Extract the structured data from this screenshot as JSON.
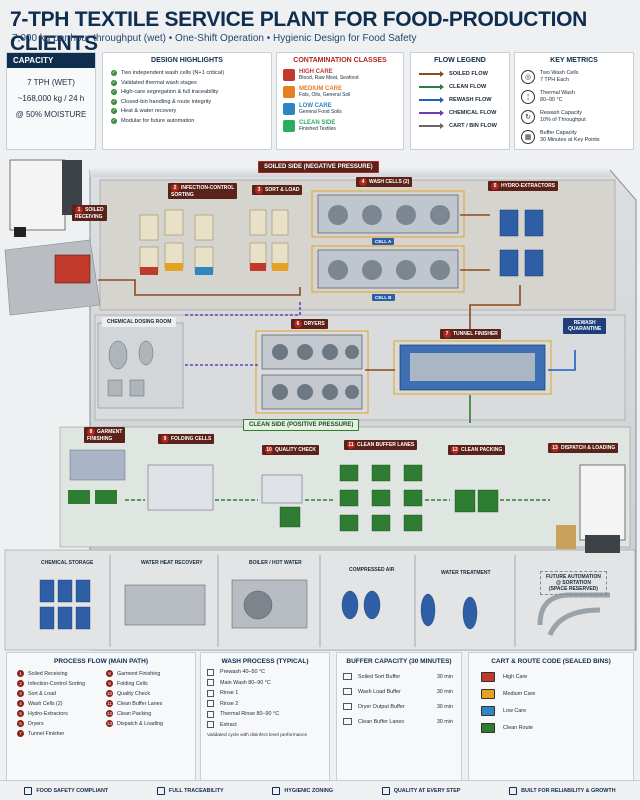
{
  "title": "7-TPH TEXTILE SERVICE PLANT FOR FOOD-PRODUCTION CLIENTS",
  "subtitle": "7,000 kg per hour throughput (wet)   •   One-Shift Operation   •   Hygienic Design for Food Safety",
  "capacity": {
    "heading": "CAPACITY",
    "values": [
      "7 TPH (WET)",
      "~168,000 kg / 24 h",
      "@ 50% MOISTURE"
    ]
  },
  "design_highlights": {
    "heading": "DESIGN HIGHLIGHTS",
    "items": [
      "Two independent wash cells (N+1 critical)",
      "Validated thermal wash stages",
      "High-care segregation & full traceability",
      "Closed-bin handling & route integrity",
      "Heat & water recovery",
      "Modular for future automation"
    ]
  },
  "contamination": {
    "heading": "CONTAMINATION CLASSES",
    "items": [
      {
        "name": "HIGH CARE",
        "desc": "Blood, Raw Meat, Seafood",
        "color": "#c0392b"
      },
      {
        "name": "MEDIUM CARE",
        "desc": "Fats, Oils, General Soil",
        "color": "#e67e22"
      },
      {
        "name": "LOW CARE",
        "desc": "General Food Soils",
        "color": "#2e86c1"
      },
      {
        "name": "CLEAN SIDE",
        "desc": "Finished Textiles",
        "color": "#27ae60"
      }
    ]
  },
  "flow_legend": {
    "heading": "FLOW LEGEND",
    "items": [
      {
        "label": "SOILED FLOW",
        "color": "#8b4a1c"
      },
      {
        "label": "CLEAN FLOW",
        "color": "#2e7d32"
      },
      {
        "label": "REWASH FLOW",
        "color": "#1f5fbf"
      },
      {
        "label": "CHEMICAL FLOW",
        "color": "#6a3fb5"
      },
      {
        "label": "CART / BIN FLOW",
        "color": "#666666"
      }
    ]
  },
  "key_metrics": {
    "heading": "KEY METRICS",
    "items": [
      {
        "icon": "washer-icon",
        "lines": [
          "Two Wash Cells",
          "7 TPH Each"
        ]
      },
      {
        "icon": "thermometer-icon",
        "lines": [
          "Thermal Wash",
          "80–90 °C"
        ]
      },
      {
        "icon": "recycle-icon",
        "lines": [
          "Rewash Capacity",
          "10% of Throughput"
        ]
      },
      {
        "icon": "buffer-icon",
        "lines": [
          "Buffer Capacity",
          "30 Minutes at Key Points"
        ]
      }
    ]
  },
  "plant": {
    "soiled_zone": "SOILED SIDE (NEGATIVE PRESSURE)",
    "clean_zone": "CLEAN SIDE (POSITIVE PRESSURE)",
    "chemical_room": "CHEMICAL DOSING ROOM",
    "rewash": "REWASH\nQUARANTINE",
    "cell_a": "CELL A",
    "cell_b": "CELL B",
    "stations": [
      {
        "n": "1",
        "label": "SOILED\nRECEIVING"
      },
      {
        "n": "2",
        "label": "INFECTION-CONTROL\nSORTING"
      },
      {
        "n": "3",
        "label": "SORT & LOAD"
      },
      {
        "n": "4",
        "label": "WASH CELLS (2)"
      },
      {
        "n": "5",
        "label": "HYDRO-EXTRACTORS"
      },
      {
        "n": "6",
        "label": "DRYERS"
      },
      {
        "n": "7",
        "label": "TUNNEL FINISHER"
      },
      {
        "n": "8",
        "label": "GARMENT\nFINISHING"
      },
      {
        "n": "9",
        "label": "FOLDING CELLS"
      },
      {
        "n": "10",
        "label": "QUALITY CHECK"
      },
      {
        "n": "11",
        "label": "CLEAN BUFFER LANES"
      },
      {
        "n": "12",
        "label": "CLEAN PACKING"
      },
      {
        "n": "13",
        "label": "DISPATCH & LOADING"
      }
    ],
    "utilities": [
      "CHEMICAL STORAGE",
      "WATER HEAT RECOVERY",
      "BOILER / HOT WATER",
      "COMPRESSED AIR",
      "WATER TREATMENT",
      "FUTURE AUTOMATION\n@ SORTATION\n(SPACE RESERVED)"
    ]
  },
  "process_flow": {
    "heading": "PROCESS FLOW (MAIN PATH)",
    "items": [
      {
        "n": "1",
        "label": "Soiled Receiving"
      },
      {
        "n": "8",
        "label": "Garment Finishing"
      },
      {
        "n": "2",
        "label": "Infection-Control Sorting"
      },
      {
        "n": "9",
        "label": "Folding Cells"
      },
      {
        "n": "3",
        "label": "Sort & Load"
      },
      {
        "n": "10",
        "label": "Quality Check"
      },
      {
        "n": "4",
        "label": "Wash Cells (2)"
      },
      {
        "n": "11",
        "label": "Clean Buffer Lanes"
      },
      {
        "n": "5",
        "label": "Hydro-Extractors"
      },
      {
        "n": "12",
        "label": "Clean Packing"
      },
      {
        "n": "6",
        "label": "Dryers"
      },
      {
        "n": "13",
        "label": "Dispatch & Loading"
      },
      {
        "n": "7",
        "label": "Tunnel Finisher"
      }
    ]
  },
  "wash_process": {
    "heading": "WASH PROCESS (TYPICAL)",
    "items": [
      "Prewash  40–50 °C",
      "Main Wash  80–90 °C",
      "Rinse 1",
      "Rinse 2",
      "Thermal Rinse  80–90 °C",
      "Extract"
    ],
    "note": "Validated cycle with disinfect level performance"
  },
  "buffer_capacity": {
    "heading": "BUFFER CAPACITY (30 MINUTES)",
    "items": [
      {
        "label": "Soiled Sort Buffer",
        "value": "30 min"
      },
      {
        "label": "Wash Load Buffer",
        "value": "30 min"
      },
      {
        "label": "Dryer Output Buffer",
        "value": "30 min"
      },
      {
        "label": "Clean Buffer Lanes",
        "value": "30 min"
      }
    ]
  },
  "cart_route": {
    "heading": "CART & ROUTE CODE (SEALED BINS)",
    "items": [
      {
        "label": "High Care",
        "color": "#c0392b"
      },
      {
        "label": "Medium Care",
        "color": "#e6a022"
      },
      {
        "label": "Low Care",
        "color": "#2e86c1"
      },
      {
        "label": "Clean Route",
        "color": "#2e7d32"
      }
    ]
  },
  "footer": [
    "FOOD SAFETY COMPLIANT",
    "FULL TRACEABILITY",
    "HYGIENIC ZONING",
    "QUALITY AT EVERY STEP",
    "BUILT FOR RELIABILITY & GROWTH"
  ]
}
